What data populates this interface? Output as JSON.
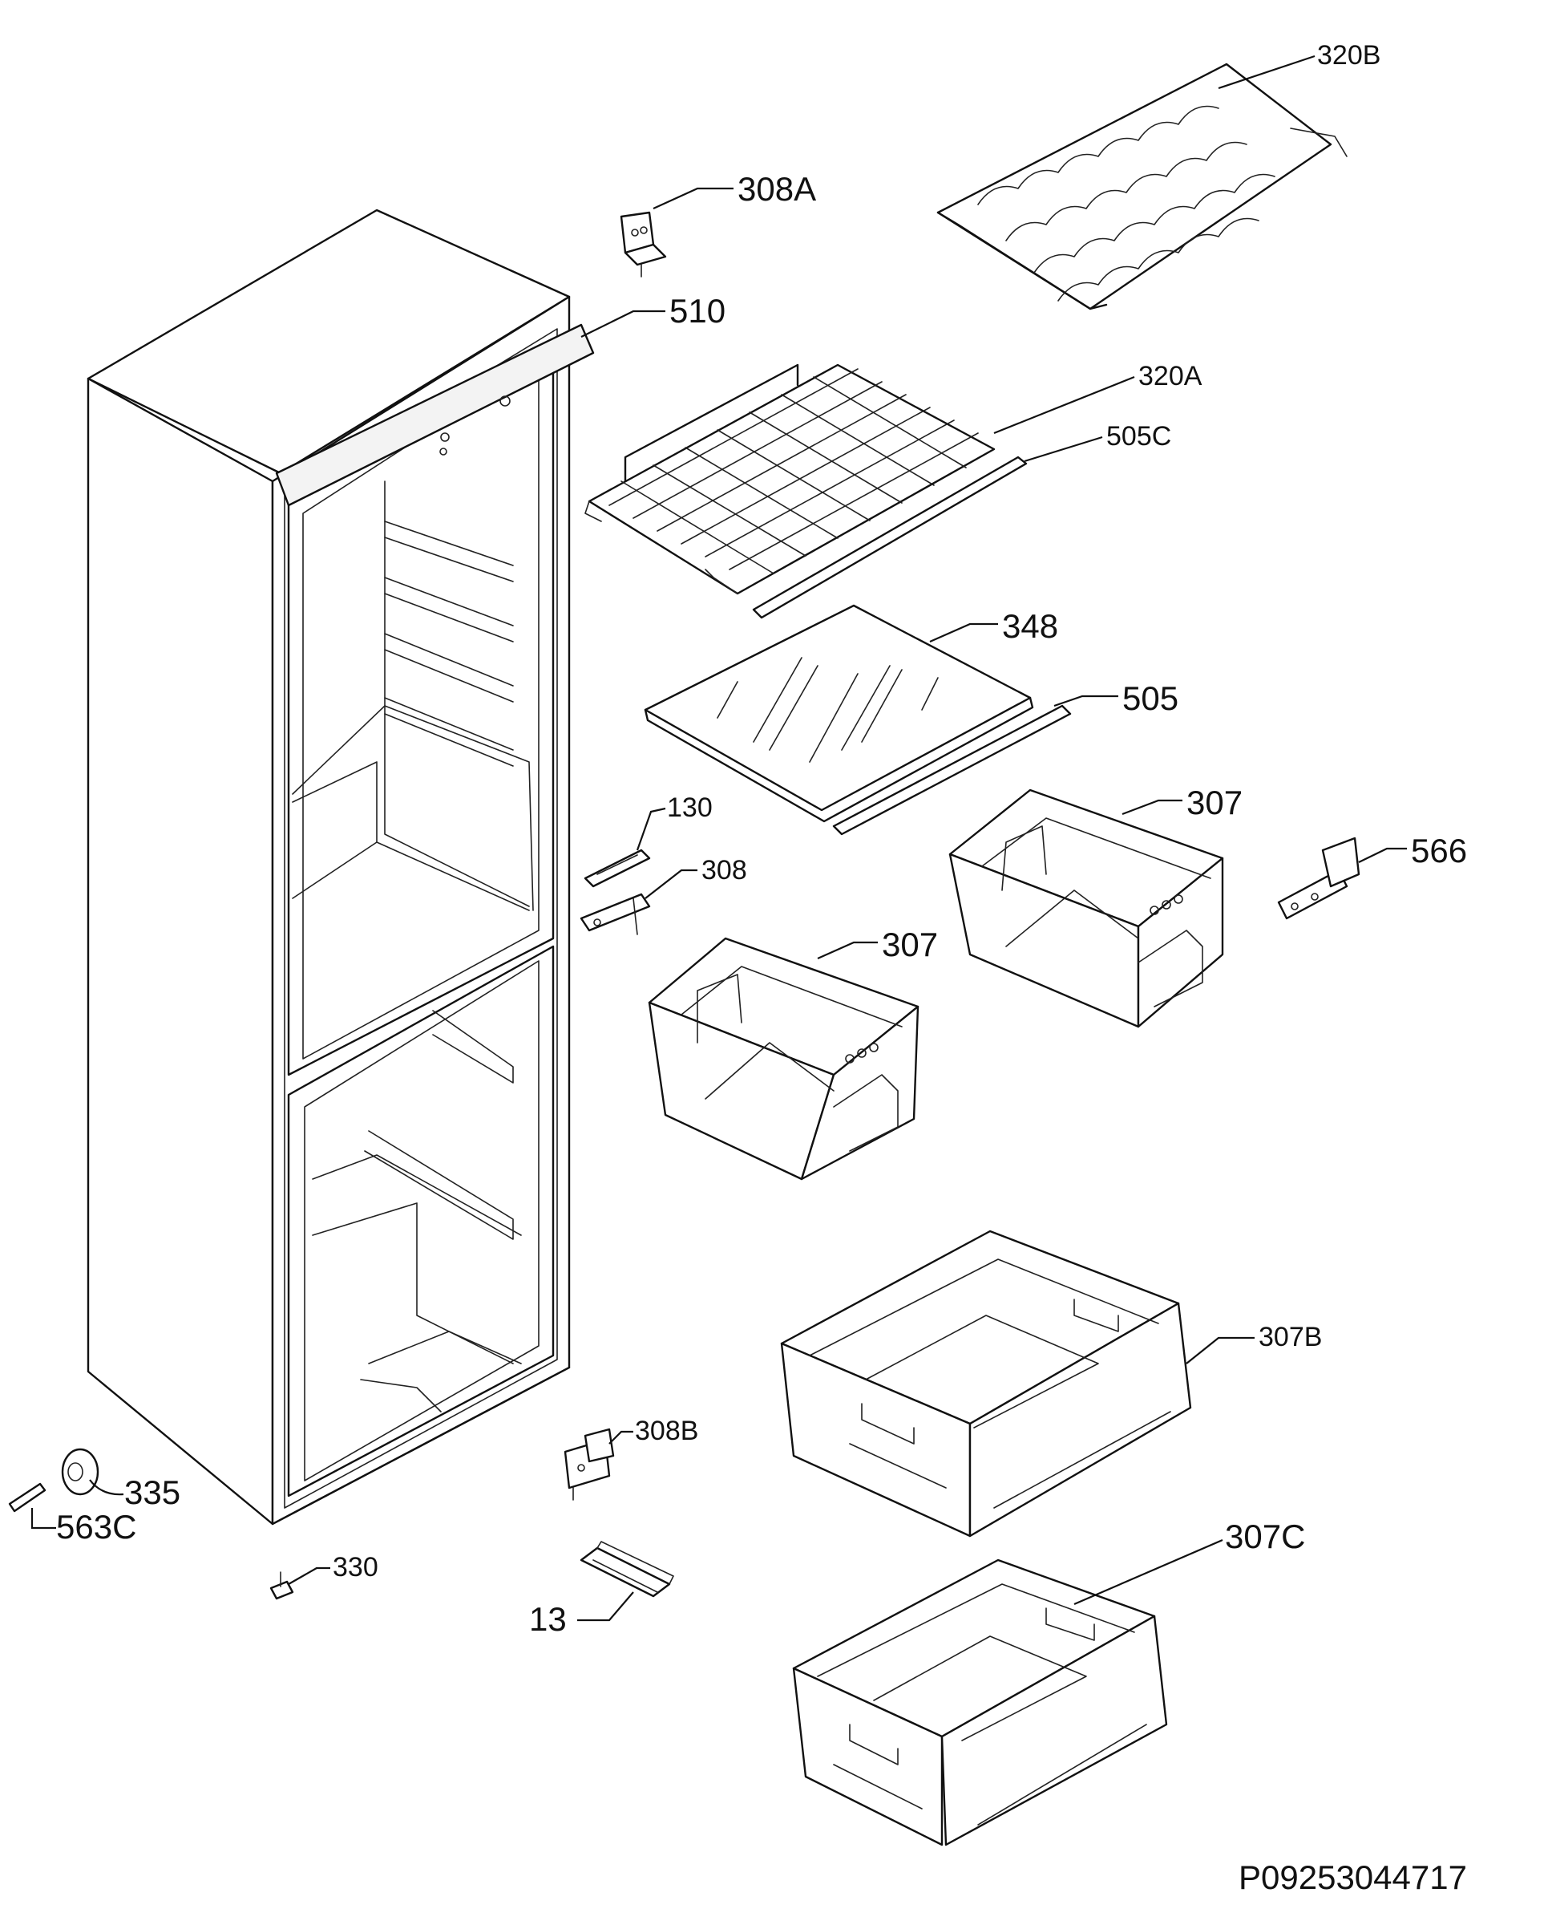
{
  "labels": {
    "l320B": "320B",
    "l308A": "308A",
    "l510": "510",
    "l320A": "320A",
    "l505C": "505C",
    "l348": "348",
    "l505": "505",
    "l307a": "307",
    "l130": "130",
    "l308": "308",
    "l566": "566",
    "l307b": "307",
    "l307B": "307B",
    "l308B": "308B",
    "l335": "335",
    "l563C": "563C",
    "l330": "330",
    "l13": "13",
    "l307C": "307C"
  },
  "drawing_code": "P09253044717",
  "colors": {
    "line": "#111111",
    "background": "#ffffff"
  }
}
